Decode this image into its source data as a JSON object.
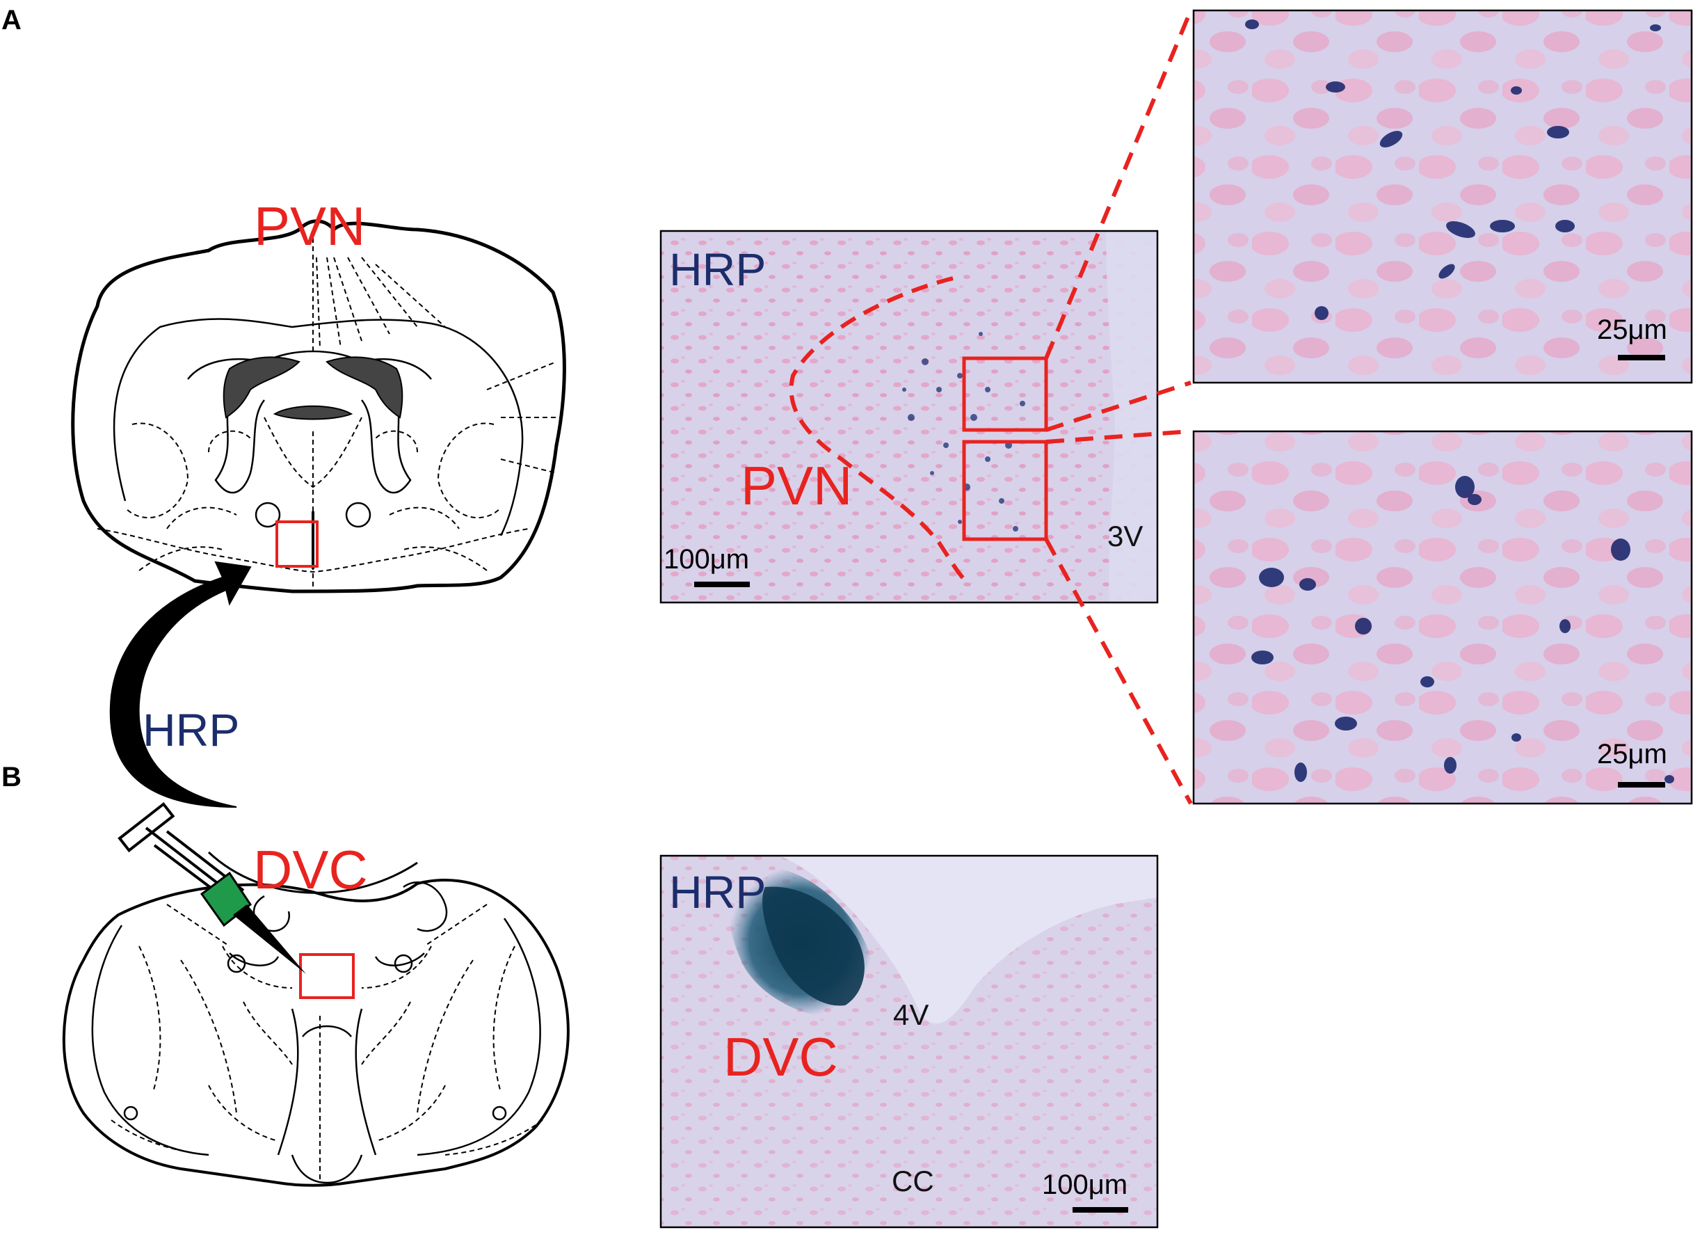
{
  "panels": {
    "a": {
      "letter": "A"
    },
    "b": {
      "letter": "B"
    }
  },
  "coronal_section": {
    "region_label": "PVN"
  },
  "brainstem_section": {
    "region_label": "DVC"
  },
  "tracer": {
    "label": "HRP"
  },
  "micrograph_pvn": {
    "tracer_label": "HRP",
    "region_label": "PVN",
    "ventricle_label": "3V",
    "scale_bar": "100μm"
  },
  "zoom_top": {
    "scale_bar": "25μm"
  },
  "zoom_bottom": {
    "scale_bar": "25μm"
  },
  "micrograph_dvc": {
    "tracer_label": "HRP",
    "region_label": "DVC",
    "ventricle_label": "4V",
    "canal_label": "CC",
    "scale_bar": "100μm"
  },
  "colors": {
    "highlight_red": "#e8231f",
    "tracer_blue": "#1c2d6b",
    "needle_green": "#1f9a4a",
    "tissue_pink": "#e9b4cf",
    "tissue_bg": "#d9d2ea"
  }
}
